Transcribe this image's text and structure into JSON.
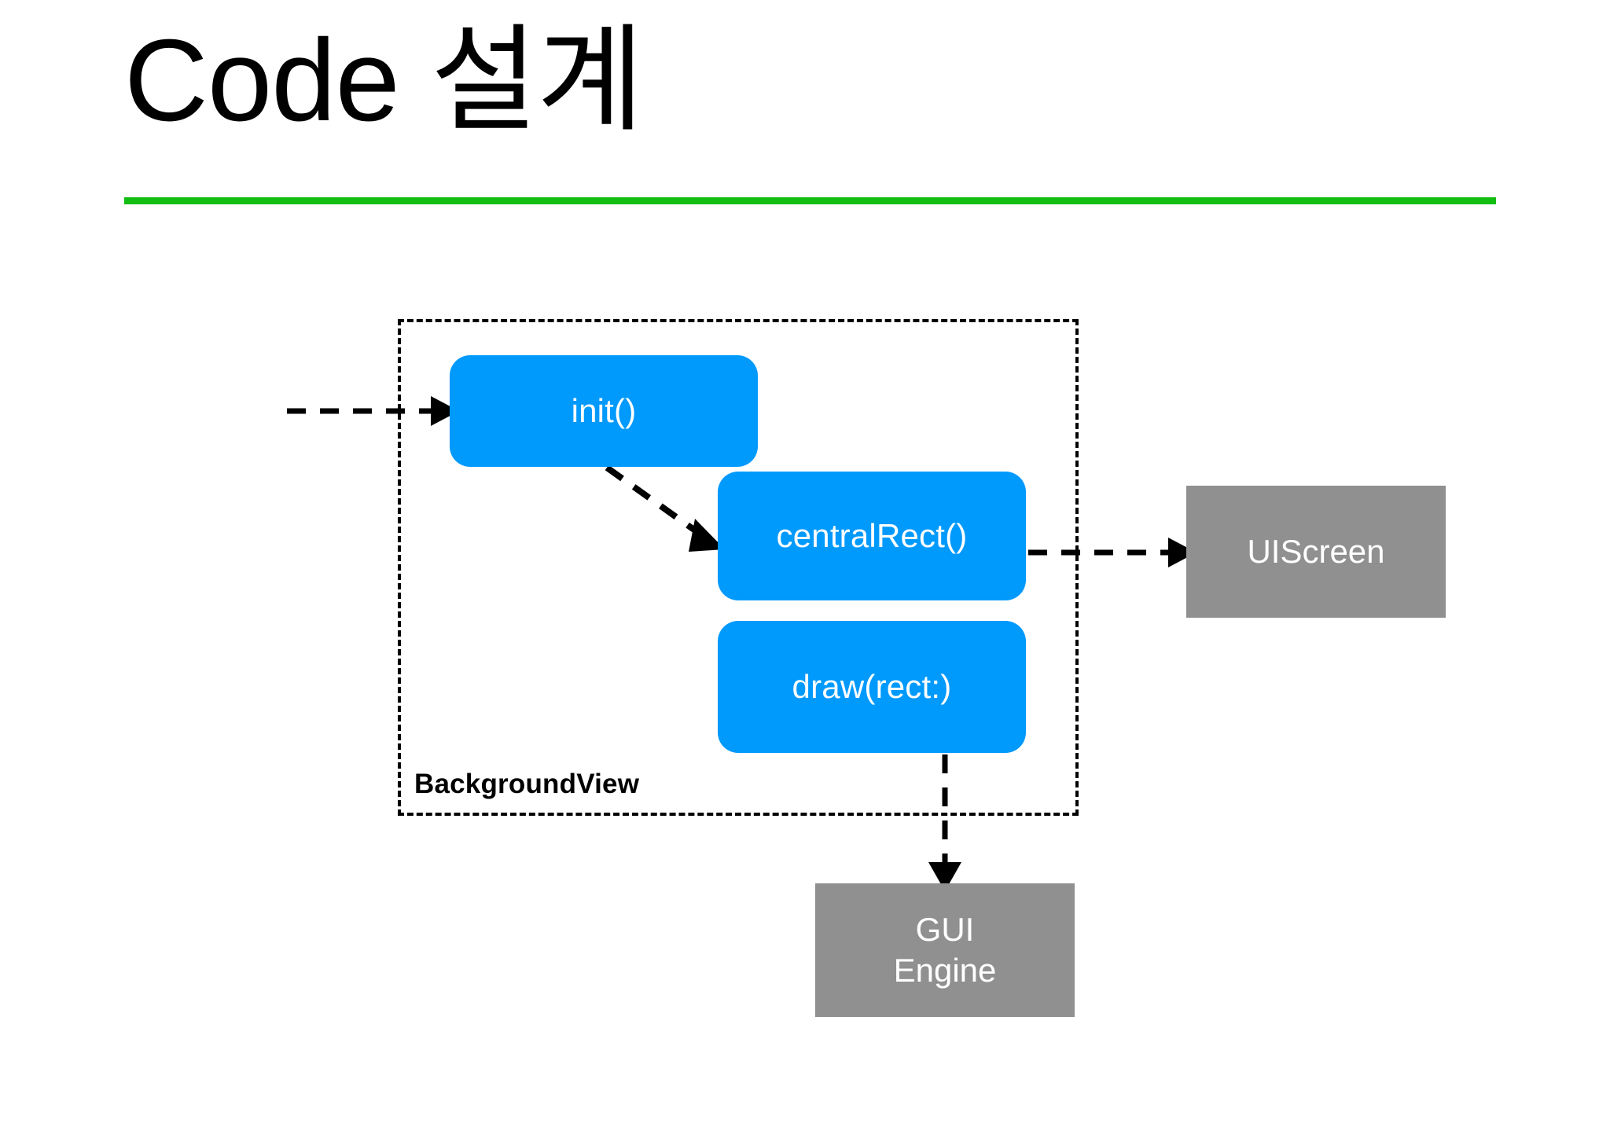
{
  "slide": {
    "title": "Code 설계",
    "accent_color": "#12be12",
    "background_color": "#ffffff"
  },
  "diagram": {
    "type": "flow-diagram",
    "method_color": "#0099fc",
    "external_color": "#909090",
    "edge_color": "#000000",
    "groups": [
      {
        "id": "backgroundview",
        "label": "BackgroundView",
        "style": "dashed",
        "contains": [
          "init()",
          "centralRect()",
          "draw(rect:)"
        ]
      }
    ],
    "nodes": [
      {
        "id": "init",
        "label": "init()",
        "kind": "method",
        "color": "#0099fc"
      },
      {
        "id": "centralrect",
        "label": "centralRect()",
        "kind": "method",
        "color": "#0099fc"
      },
      {
        "id": "draw",
        "label": "draw(rect:)",
        "kind": "method",
        "color": "#0099fc"
      },
      {
        "id": "uiscreen",
        "label": "UIScreen",
        "kind": "external",
        "color": "#909090"
      },
      {
        "id": "guiengine",
        "label": "GUI\nEngine",
        "kind": "external",
        "color": "#909090"
      }
    ],
    "edges": [
      {
        "id": "entry-to-init",
        "from": "",
        "to": "init",
        "style": "dashed",
        "direction": "right"
      },
      {
        "id": "init-to-centralrect",
        "from": "init",
        "to": "centralrect",
        "style": "dashed",
        "direction": "down-right"
      },
      {
        "id": "centralrect-to-uiscreen",
        "from": "centralrect",
        "to": "uiscreen",
        "style": "dashed",
        "direction": "right"
      },
      {
        "id": "draw-to-guiengine",
        "from": "draw",
        "to": "guiengine",
        "style": "dashed",
        "direction": "down"
      }
    ]
  }
}
